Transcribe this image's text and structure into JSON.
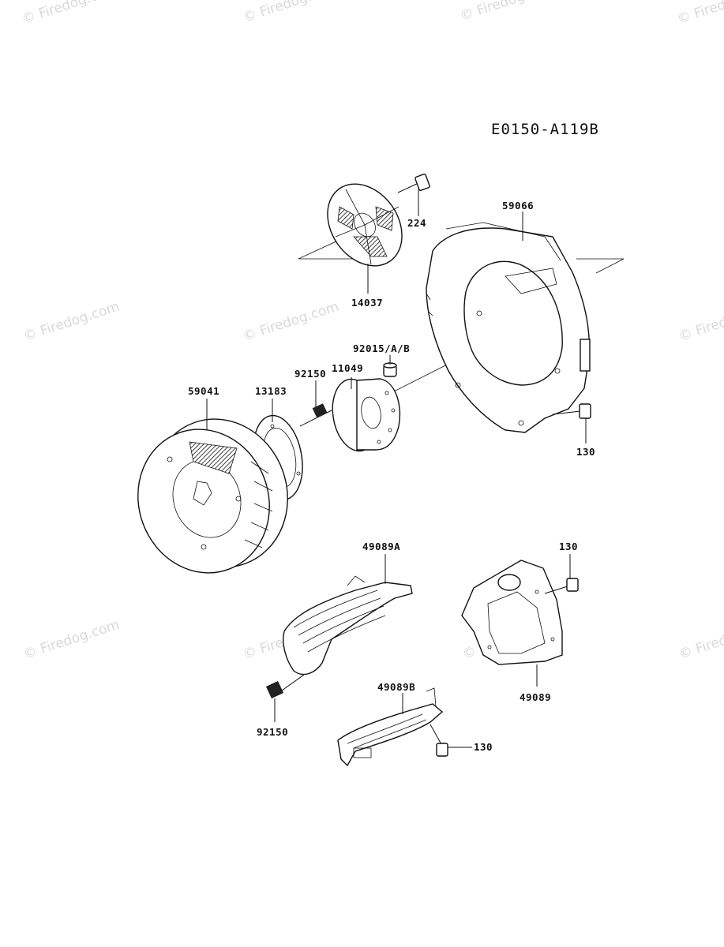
{
  "diagram_code": "E0150-A119B",
  "watermark_text": "© Firedog.com",
  "parts": [
    {
      "id": "p224",
      "number": "224",
      "name": "bolt"
    },
    {
      "id": "p59066",
      "number": "59066",
      "name": "fan housing"
    },
    {
      "id": "p14037",
      "number": "14037",
      "name": "screen"
    },
    {
      "id": "p92015",
      "number": "92015/A/B",
      "name": "collar"
    },
    {
      "id": "p11049",
      "number": "11049",
      "name": "fan mount"
    },
    {
      "id": "p92150a",
      "number": "92150",
      "name": "stud bolt"
    },
    {
      "id": "p13183",
      "number": "13183",
      "name": "plate"
    },
    {
      "id": "p59041",
      "number": "59041",
      "name": "flywheel fan"
    },
    {
      "id": "p130a",
      "number": "130",
      "name": "bolt"
    },
    {
      "id": "p49089A",
      "number": "49089A",
      "name": "cover"
    },
    {
      "id": "p130b",
      "number": "130",
      "name": "bolt"
    },
    {
      "id": "p49089",
      "number": "49089",
      "name": "shroud"
    },
    {
      "id": "p92150b",
      "number": "92150",
      "name": "stud bolt"
    },
    {
      "id": "p49089B",
      "number": "49089B",
      "name": "cover"
    },
    {
      "id": "p130c",
      "number": "130",
      "name": "bolt"
    }
  ]
}
